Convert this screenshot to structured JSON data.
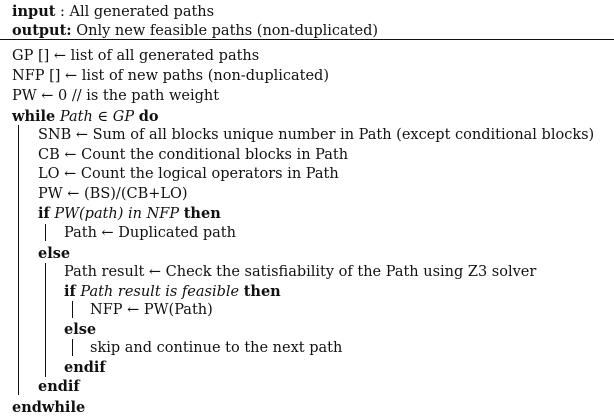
{
  "algorithm": {
    "input_keyword": "input",
    "input_text": ": All generated paths",
    "output_keyword": "output:",
    "output_text": "Only new feasible paths (non-duplicated)",
    "lines": {
      "gp_init": "GP [] ← list of all generated paths",
      "nfp_init": "NFP [] ← list of new paths (non-duplicated)",
      "pw_init": "PW ← 0 // is the path weight",
      "while_keyword": "while",
      "while_cond": "Path ∈ GP",
      "do_keyword": "do",
      "snb": "SNB ← Sum of all blocks unique number in Path (except conditional blocks)",
      "cb": "CB ← Count the conditional blocks in Path",
      "lo": "LO ← Count the logical operators in Path",
      "pw_calc": "PW ← (BS)/(CB+LO)",
      "if_keyword": "if",
      "if_cond": "PW(path) in NFP",
      "then_keyword": "then",
      "dup": "Path ← Duplicated path",
      "else_keyword": "else",
      "path_result": "Path result ← Check the satisfiability of the Path using Z3 solver",
      "if2_keyword": "if",
      "if2_cond": "Path result is feasible",
      "then2_keyword": "then",
      "nfp_add": "NFP ← PW(Path)",
      "else2_keyword": "else",
      "skip": "skip and continue to the next path",
      "endif_inner": "endif",
      "endif_outer": "endif",
      "endwhile": "endwhile"
    }
  }
}
